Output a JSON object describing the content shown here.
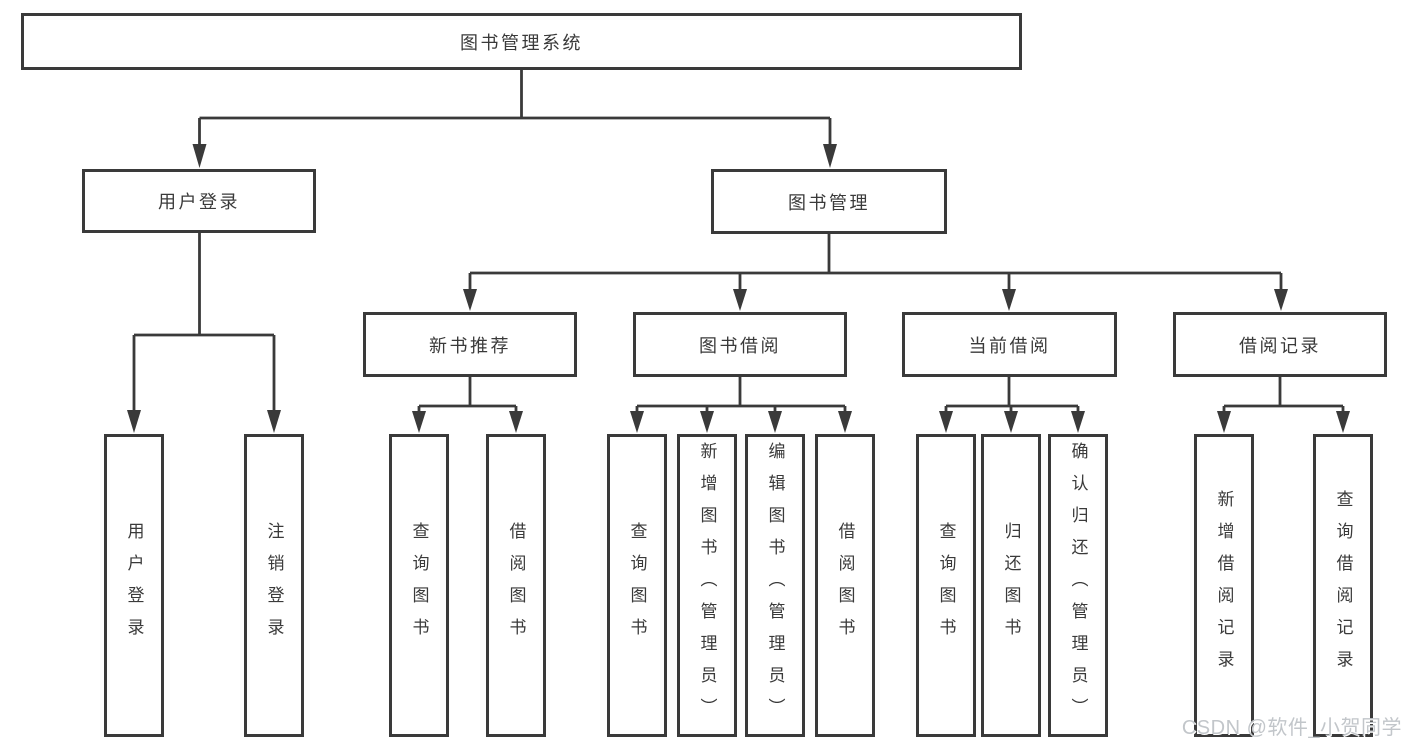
{
  "tree": {
    "root": {
      "label": "图书管理系统"
    },
    "level2": [
      {
        "label": "用户登录",
        "leaves": [
          "用户登录",
          "注销登录"
        ]
      },
      {
        "label": "图书管理",
        "groups": [
          {
            "label": "新书推荐",
            "leaves": [
              "查询图书",
              "借阅图书"
            ]
          },
          {
            "label": "图书借阅",
            "leaves": [
              "查询图书",
              "新增图书（管理员）",
              "编辑图书（管理员）",
              "借阅图书"
            ]
          },
          {
            "label": "当前借阅",
            "leaves": [
              "查询图书",
              "归还图书",
              "确认归还（管理员）"
            ]
          },
          {
            "label": "借阅记录",
            "leaves": [
              "新增借阅记录",
              "查询借阅记录"
            ]
          }
        ]
      }
    ]
  },
  "watermark": {
    "label": "CSDN @软件_小贺同学"
  },
  "colors": {
    "line": "#3a3a3a",
    "text": "#3a3a3a",
    "watermark": "#c2c6ca",
    "background": "#ffffff"
  }
}
